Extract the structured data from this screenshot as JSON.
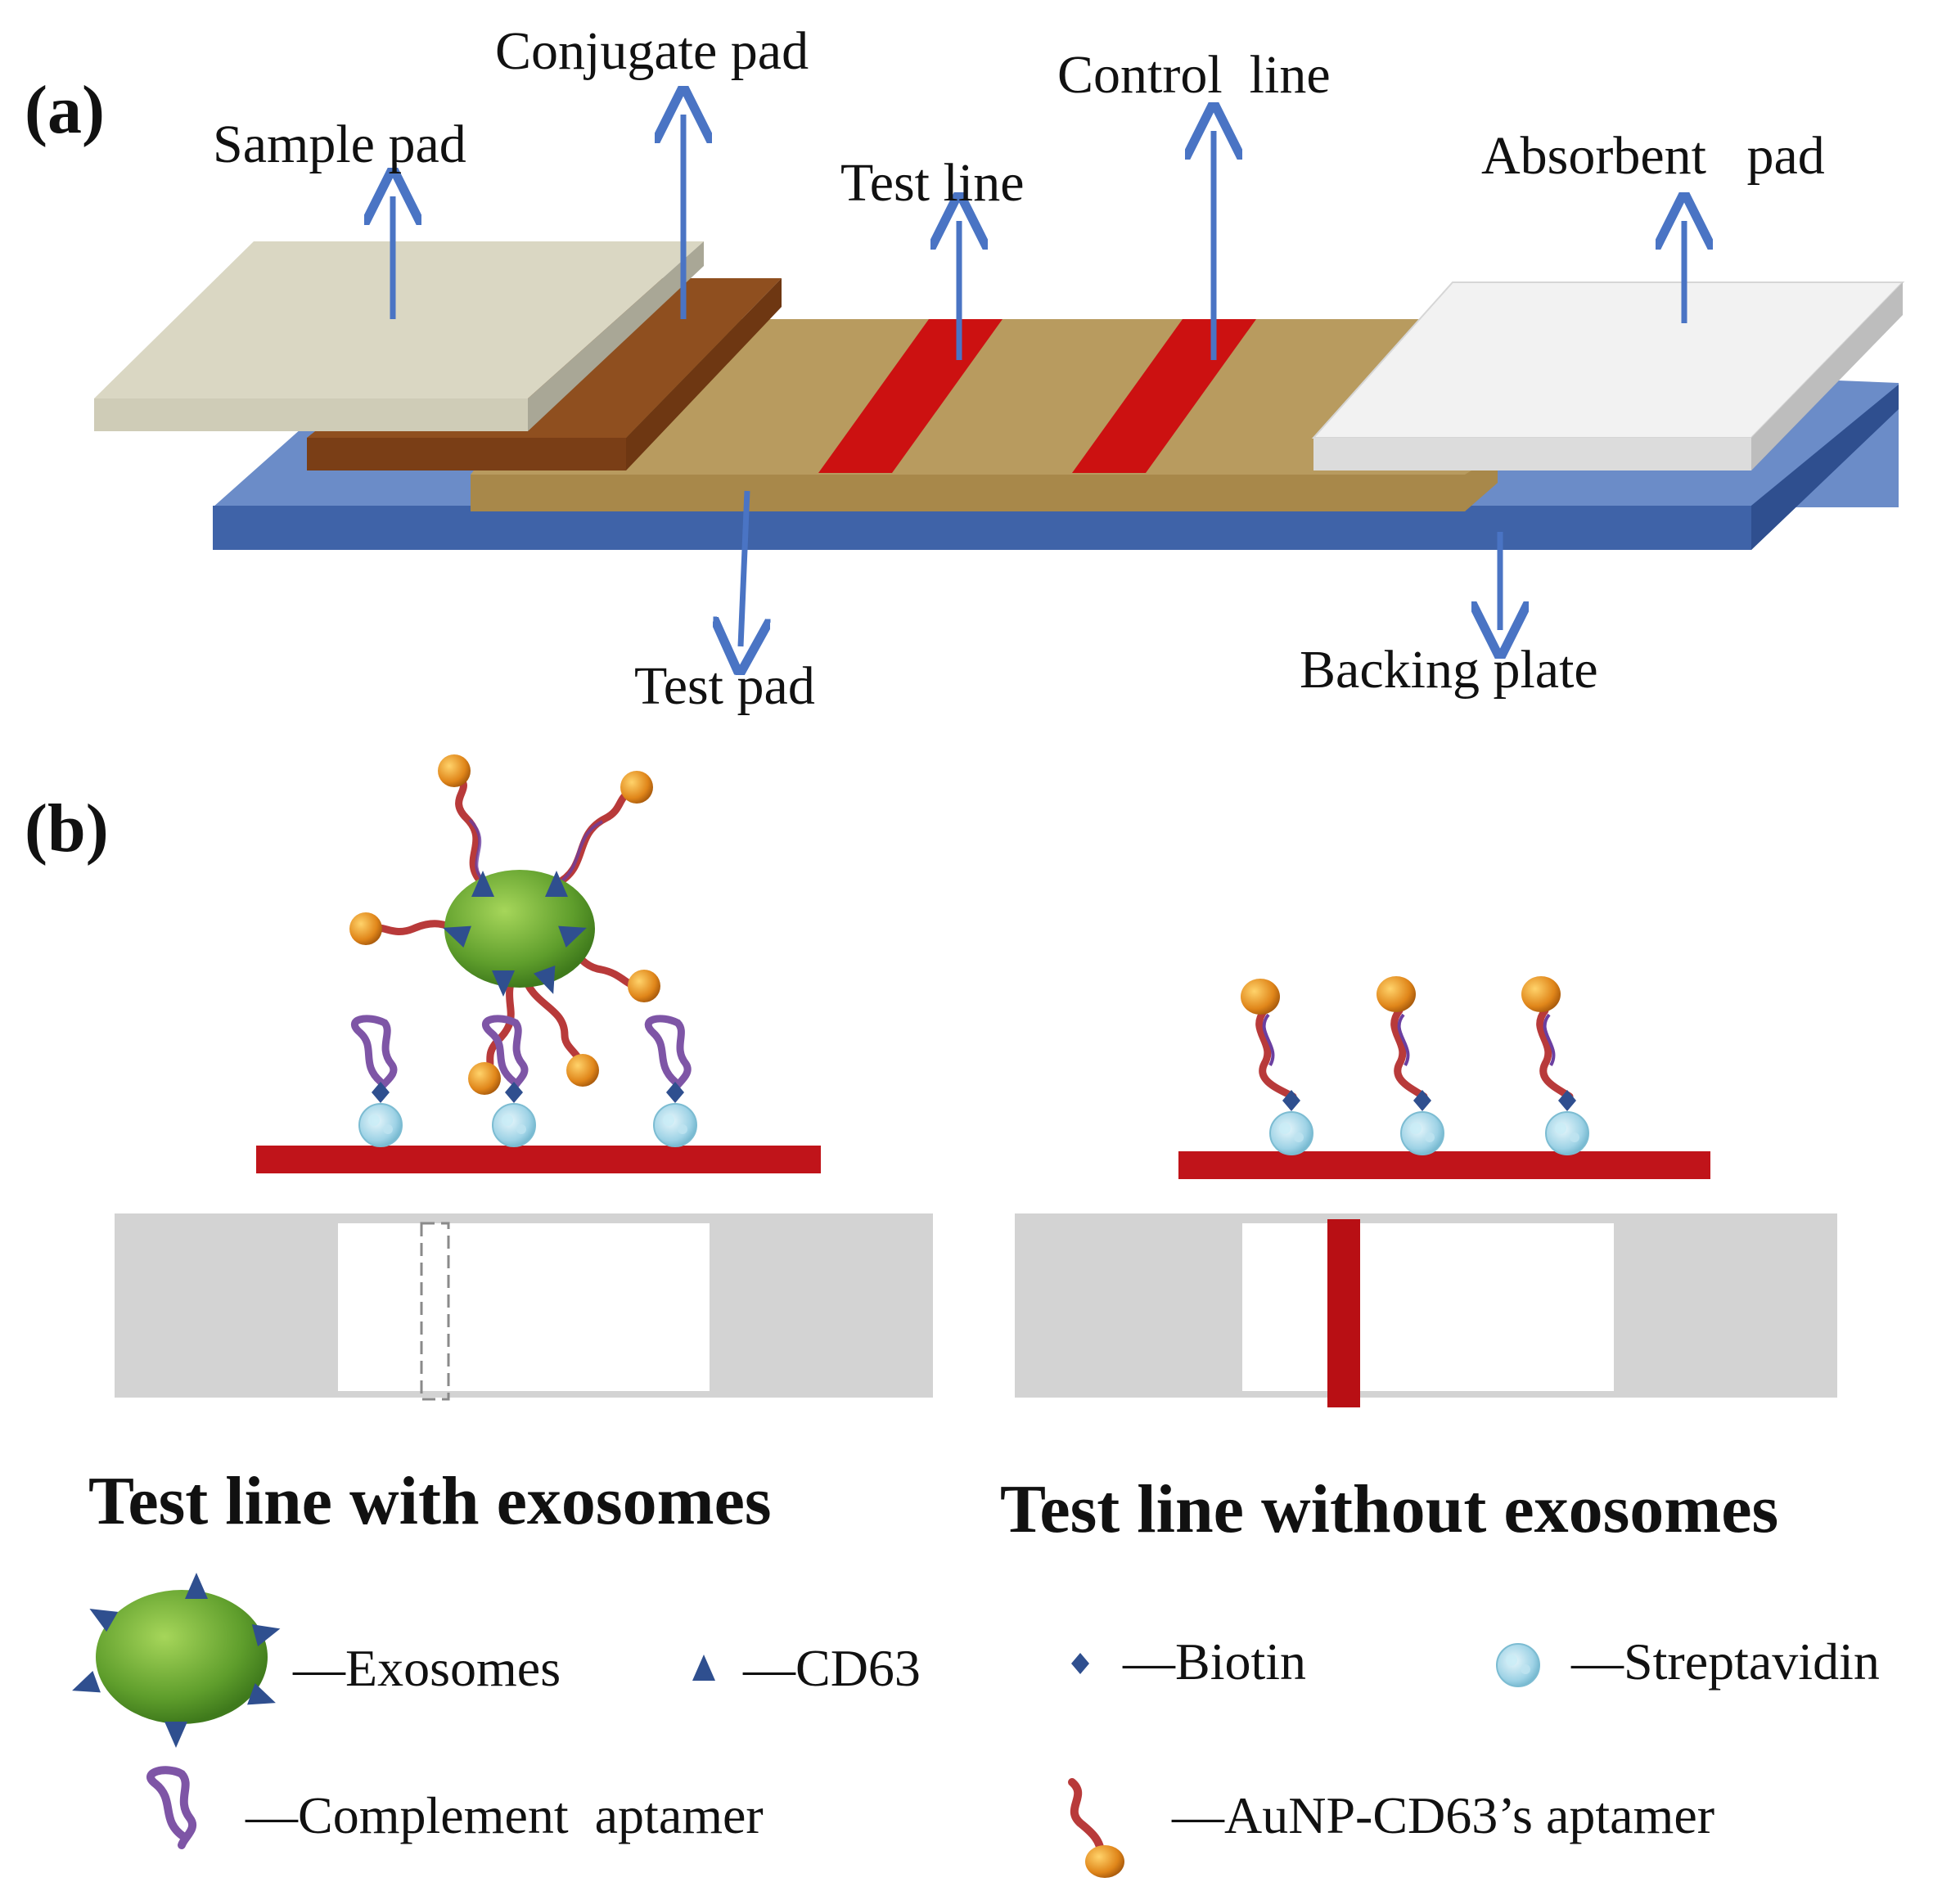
{
  "panels": {
    "a": "(a)",
    "b": "(b)"
  },
  "strip_labels": {
    "sample_pad": "Sample pad",
    "conjugate_pad": "Conjugate pad",
    "test_line": "Test line",
    "control_line": "Control  line",
    "absorbent_pad": "Absorbent   pad",
    "test_pad": "Test pad",
    "backing_plate": "Backing plate"
  },
  "captions": {
    "with": "Test line with exosomes",
    "without": "Test line without exosomes"
  },
  "legend": {
    "exosomes": "—Exosomes",
    "cd63": "—CD63",
    "biotin": "—Biotin",
    "streptavidin": "—Streptavidin",
    "complement": "—Complement  aptamer",
    "aunp": "—AuNP-CD63’s aptamer"
  },
  "colors": {
    "backing": "#4a6fb0",
    "backing_side": "#2f4f8f",
    "test_pad": "#b59a5e",
    "conjugate": "#8a4a1a",
    "sample": "#d9d6c2",
    "absorbent": "#f0f0f0",
    "line_red": "#cc1111",
    "arrow": "#4a74c4",
    "exosome": "#6aa832",
    "aunp": "#d98a1a",
    "aptamer_red": "#b83a3a",
    "complement_purple": "#7e55a6",
    "streptavidin": "#9fd3e6",
    "biotin": "#2f4f8f",
    "cd63": "#2f4f8f"
  }
}
